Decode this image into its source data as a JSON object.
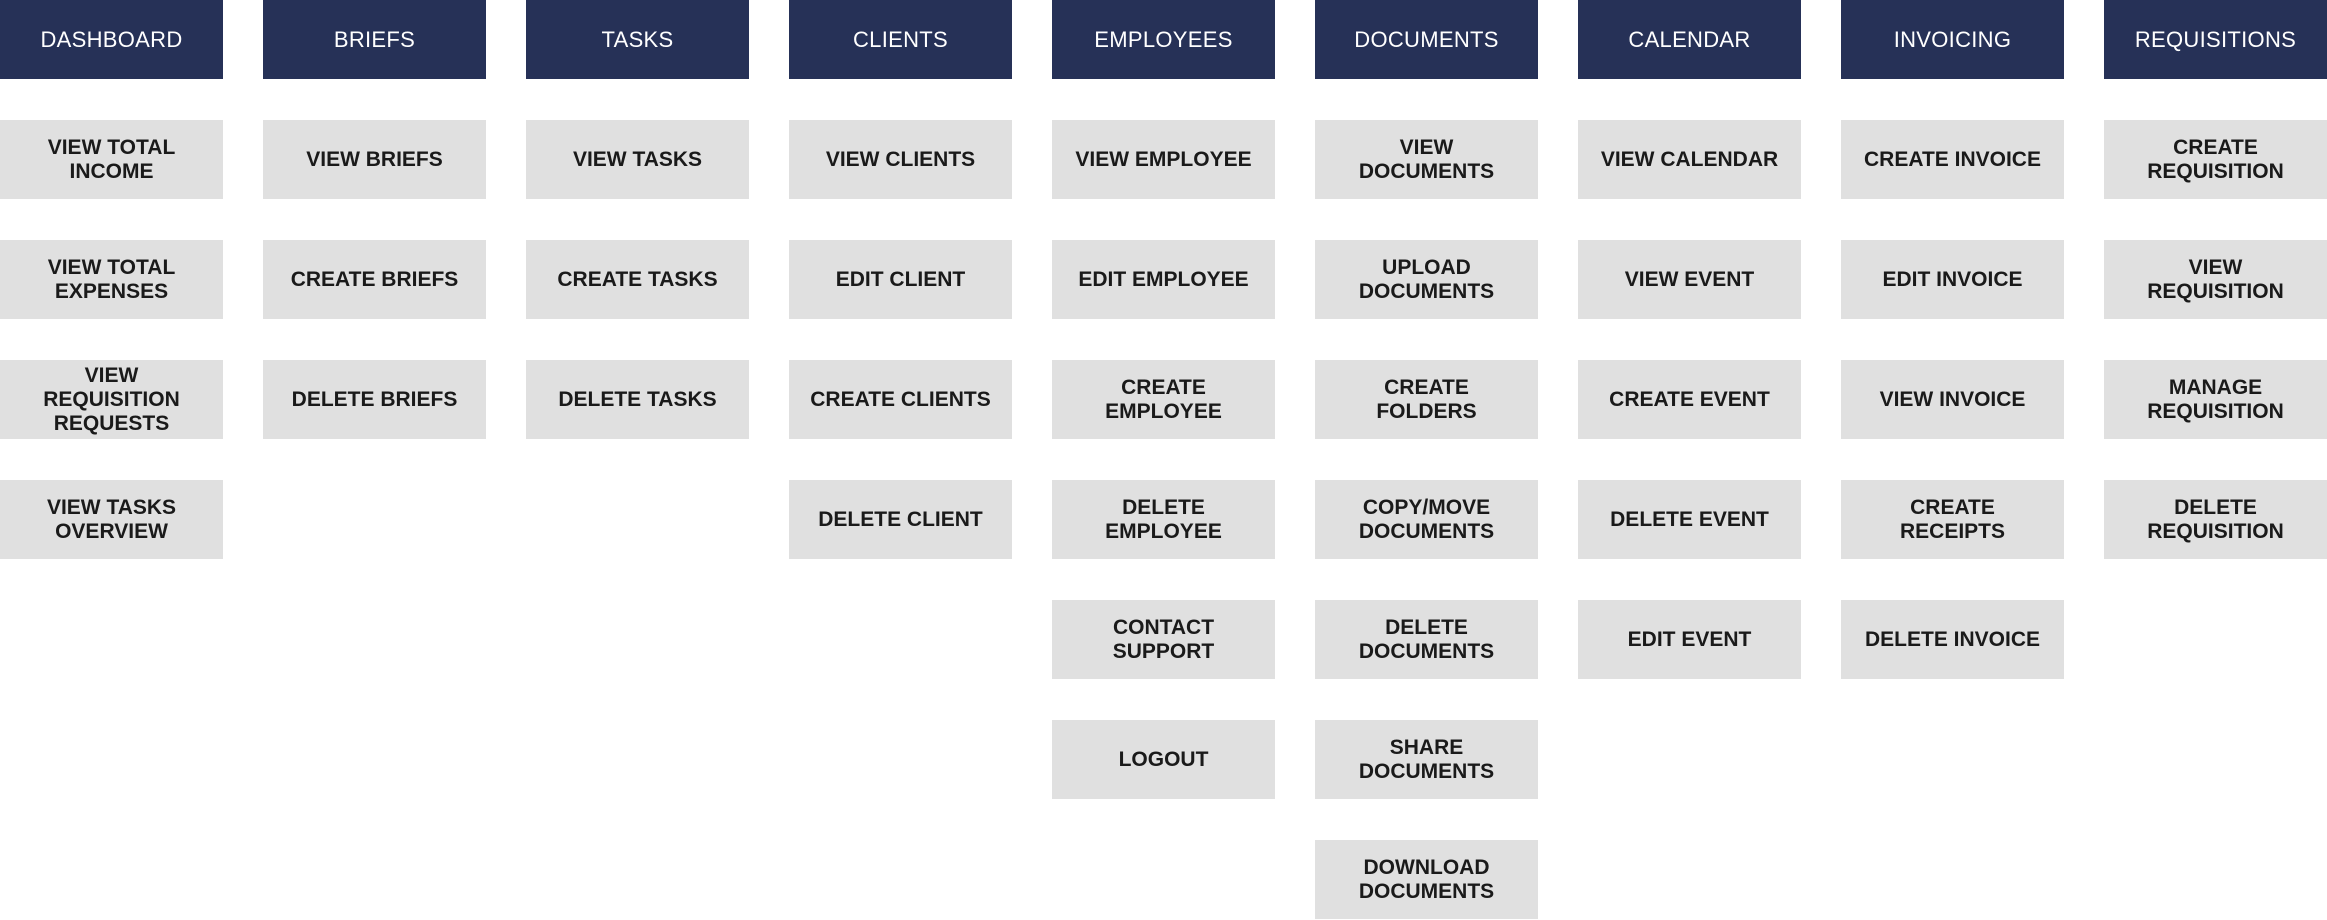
{
  "colors": {
    "header_bg": "#263157",
    "header_text": "#ffffff",
    "item_bg": "#e0e0e0",
    "item_text": "#1a1a1a"
  },
  "columns": [
    {
      "title": "DASHBOARD",
      "items": [
        "VIEW TOTAL INCOME",
        "VIEW TOTAL EXPENSES",
        "VIEW REQUISITION REQUESTS",
        "VIEW TASKS OVERVIEW"
      ]
    },
    {
      "title": "BRIEFS",
      "items": [
        "VIEW BRIEFS",
        "CREATE BRIEFS",
        "DELETE BRIEFS"
      ]
    },
    {
      "title": "TASKS",
      "items": [
        "VIEW TASKS",
        "CREATE TASKS",
        "DELETE TASKS"
      ]
    },
    {
      "title": "CLIENTS",
      "items": [
        "VIEW CLIENTS",
        "EDIT CLIENT",
        "CREATE CLIENTS",
        "DELETE CLIENT"
      ]
    },
    {
      "title": "EMPLOYEES",
      "items": [
        "VIEW EMPLOYEE",
        "EDIT EMPLOYEE",
        "CREATE EMPLOYEE",
        "DELETE EMPLOYEE",
        "CONTACT SUPPORT",
        "LOGOUT"
      ]
    },
    {
      "title": "DOCUMENTS",
      "items": [
        "VIEW DOCUMENTS",
        "UPLOAD DOCUMENTS",
        "CREATE FOLDERS",
        "COPY/MOVE DOCUMENTS",
        "DELETE DOCUMENTS",
        "SHARE DOCUMENTS",
        "DOWNLOAD DOCUMENTS"
      ]
    },
    {
      "title": "CALENDAR",
      "items": [
        "VIEW CALENDAR",
        "VIEW EVENT",
        "CREATE EVENT",
        "DELETE EVENT",
        "EDIT EVENT"
      ]
    },
    {
      "title": "INVOICING",
      "items": [
        "CREATE INVOICE",
        "EDIT INVOICE",
        "VIEW INVOICE",
        "CREATE RECEIPTS",
        "DELETE INVOICE"
      ]
    },
    {
      "title": "REQUISITIONS",
      "items": [
        "CREATE REQUISITION",
        "VIEW REQUISITION",
        "MANAGE REQUISITION",
        "DELETE REQUISITION"
      ]
    }
  ]
}
